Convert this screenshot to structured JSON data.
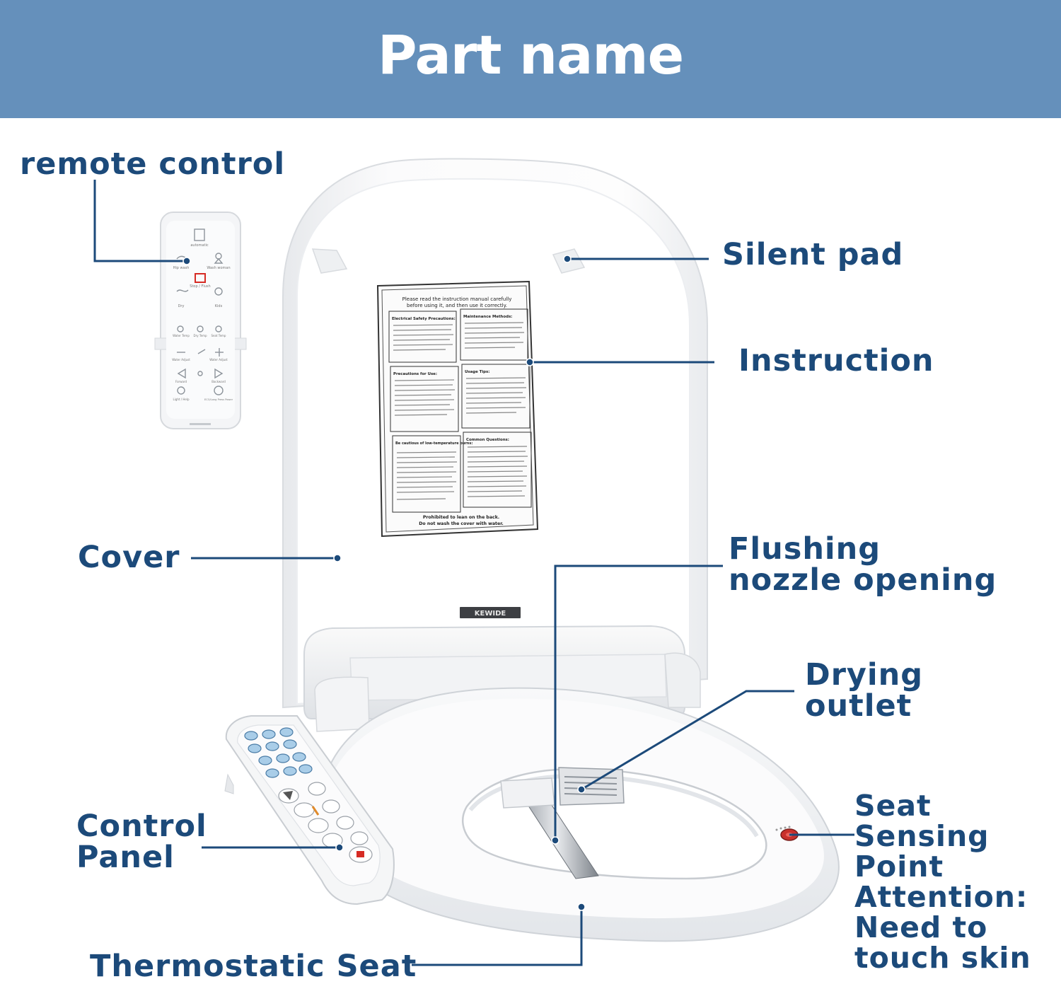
{
  "header": {
    "title": "Part name"
  },
  "colors": {
    "banner": "#6590bb",
    "label": "#1c4a7a",
    "leader": "#1c4a7a",
    "product": "#f4f5f6"
  },
  "labels": {
    "remote_control": "remote control",
    "silent_pad": "Silent pad",
    "instruction": "Instruction",
    "cover": "Cover",
    "flushing_line1": "Flushing",
    "flushing_line2": "nozzle opening",
    "drying_line1": "Drying",
    "drying_line2": "outlet",
    "control_line1": "Control",
    "control_line2": "Panel",
    "thermostatic_seat": "Thermostatic Seat",
    "seat_line1": "Seat",
    "seat_line2": "Sensing",
    "seat_line3": "Point",
    "seat_line4": "Attention:",
    "seat_line5": "Need to",
    "seat_line6": "touch skin"
  },
  "sticker": {
    "heading_line1": "Please read the instruction manual carefully",
    "heading_line2": "before using it, and then use it correctly.",
    "sections": [
      "Electrical Safety Precautions:",
      "Maintenance Methods:",
      "Precautions for Use:",
      "Usage Tips:",
      "Be cautious of low-temperature burns:",
      "Common Questions:"
    ],
    "footer_line1": "Prohibited to lean on the back.",
    "footer_line2": "Do not wash the cover with water."
  },
  "remote": {
    "labels": [
      "automatic",
      "Hip wash",
      "Wash woman",
      "Stop / Flush",
      "Dry",
      "Kids",
      "Water Temp",
      "Dry Temp",
      "Seat Temp",
      "Water Adjust",
      "Water Adjust",
      "Forward",
      "Backward",
      "Light / Help",
      "ECO/Long Press Power"
    ]
  },
  "brand": "KEWIDE"
}
